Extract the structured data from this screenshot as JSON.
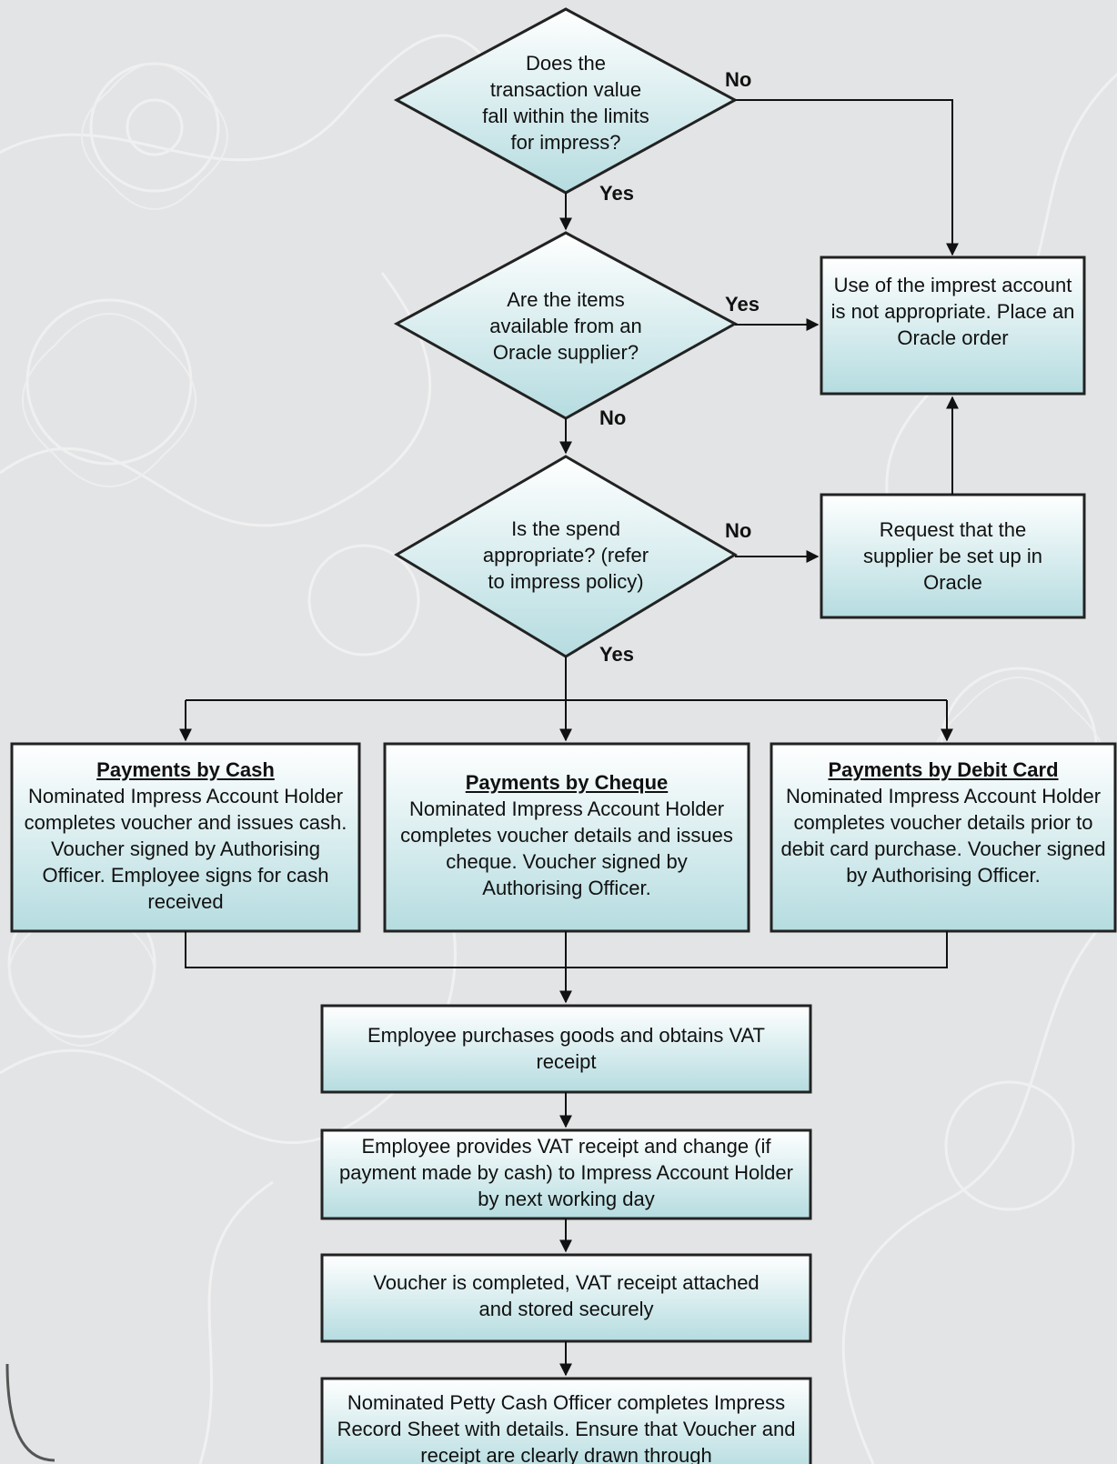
{
  "nodes": {
    "q_limits": "Does the transaction value fall within the limits for impress?",
    "q_oracle": "Are the items available from an Oracle supplier?",
    "q_spend": "Is the spend appropriate? (refer to impress policy)",
    "use_not_appropriate": "Use of the imprest account is not appropriate. Place an Oracle order",
    "request_supplier": "Request that the supplier be set up in Oracle",
    "cash": {
      "title": "Payments by Cash",
      "body": "Nominated Impress Account Holder completes voucher and issues cash. Voucher signed by Authorising Officer. Employee signs for cash received"
    },
    "cheque": {
      "title": "Payments by Cheque",
      "body": "Nominated Impress Account Holder completes voucher details and issues cheque. Voucher signed by Authorising Officer."
    },
    "debit": {
      "title": "Payments by Debit Card",
      "body": "Nominated Impress Account Holder completes voucher details prior to debit card purchase. Voucher signed by Authorising Officer."
    },
    "purchase": "Employee purchases goods and obtains VAT receipt",
    "provide": "Employee provides VAT receipt and change (if payment made by cash) to Impress Account Holder by next working day",
    "voucher": "Voucher is completed, VAT receipt attached and stored securely",
    "record": "Nominated Petty Cash Officer completes Impress Record Sheet with details. Ensure that Voucher and receipt are clearly drawn through"
  },
  "labels": {
    "limits_no": "No",
    "limits_yes": "Yes",
    "oracle_yes": "Yes",
    "oracle_no": "No",
    "spend_no": "No",
    "spend_yes": "Yes"
  },
  "colors": {
    "box_top": "#ffffff",
    "box_bottom": "#b5dce0",
    "border": "#222222",
    "line": "#111111",
    "background": "#e3e4e5"
  }
}
